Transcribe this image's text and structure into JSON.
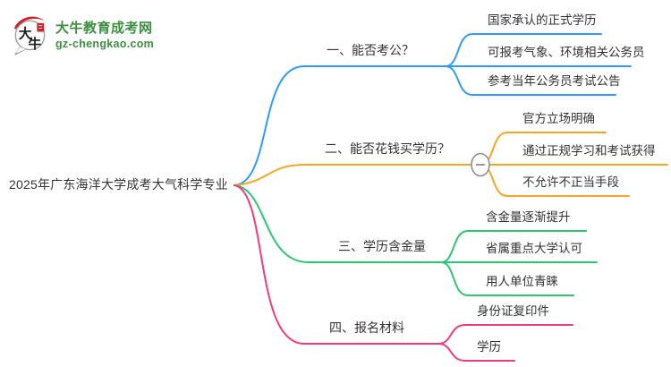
{
  "logo": {
    "title": "大牛教育成考网",
    "domain": "gz-chengkao.com",
    "title_color": "#3b8f3f",
    "domain_color": "#3b8f3f",
    "icon": "daniu-speech-bubble-logo",
    "icon_red": "#c9252c",
    "icon_text": "大牛"
  },
  "mindmap": {
    "root": {
      "label": "2025年广东海洋大学成考大气科学专业"
    },
    "collapse_button_glyph": "−",
    "branches": [
      {
        "label": "一、能否考公？",
        "color": "#2f9bf4",
        "children": [
          "国家承认的正式学历",
          "可报考气象、环境相关公务员",
          "参考当年公务员考试公告"
        ]
      },
      {
        "label": "二、能否花钱买学历？",
        "color": "#f5a623",
        "has_collapse_button": true,
        "children": [
          "官方立场明确",
          "通过正规学习和考试获得",
          "不允许不正当手段"
        ]
      },
      {
        "label": "三、学历含金量",
        "color": "#2ec573",
        "children": [
          "含金量逐渐提升",
          "省属重点大学认可",
          "用人单位青睐"
        ]
      },
      {
        "label": "四、报名材料",
        "color": "#f23a7f",
        "children": [
          "身份证复印件",
          "学历"
        ]
      }
    ]
  }
}
